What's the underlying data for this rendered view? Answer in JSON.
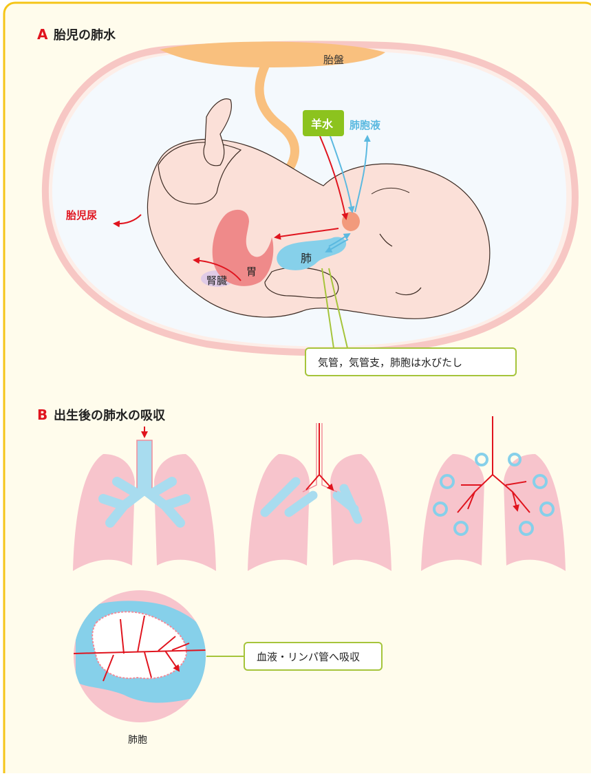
{
  "section_a": {
    "letter": "A",
    "title": "胎児の肺水"
  },
  "section_b": {
    "letter": "B",
    "title": "出生後の肺水の吸収"
  },
  "labels": {
    "placenta": "胎盤",
    "amniotic_fluid": "羊水",
    "lung_fluid": "肺胞液",
    "fetal_urine": "胎児尿",
    "kidney": "腎臓",
    "stomach": "胃",
    "lung": "肺",
    "alveolus": "肺胞"
  },
  "callouts": {
    "submerged": "気管，気管支，肺胞は水びたし",
    "absorbed": "血液・リンパ管へ吸収"
  },
  "colors": {
    "frame_border": "#f5c518",
    "background": "#fffcec",
    "accent_red": "#e0141e",
    "fluid_blue": "#86d0ea",
    "arrow_blue": "#5bb9e0",
    "lung_pink": "#f7c4cc",
    "skin": "#fbe0d8",
    "placenta_orange": "#f9c07e",
    "amniotic_green": "#8cc31e",
    "callout_green": "#a5c43a"
  }
}
